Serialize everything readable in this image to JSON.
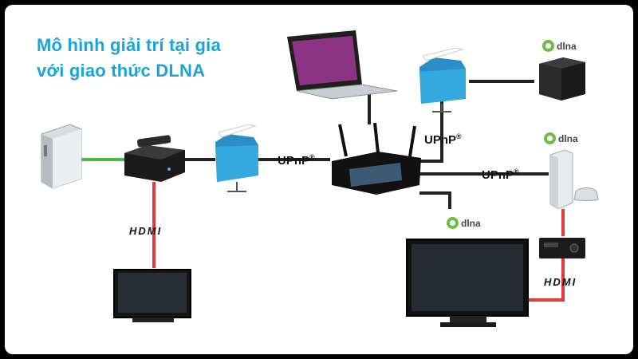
{
  "title": {
    "line1": "Mô hình giải trí tại gia",
    "line2": "với giao thức DLNA"
  },
  "labels": {
    "upnp_main": "UPnP",
    "upnp_vertical": "UPnP",
    "upnp_xbox": "UPnP",
    "hdmi_left": "HDMI",
    "hdmi_right": "HDMI",
    "dlna_nas": "dlna",
    "dlna_xbox": "dlna",
    "dlna_tv": "dlna"
  },
  "colors": {
    "title": "#1aa3dc",
    "ethernet": "#222222",
    "hdmi_cable": "#e03a3a",
    "green_cable": "#4cb848",
    "folder": "#35a8e0",
    "dlna_logo": "#6bbd45"
  }
}
